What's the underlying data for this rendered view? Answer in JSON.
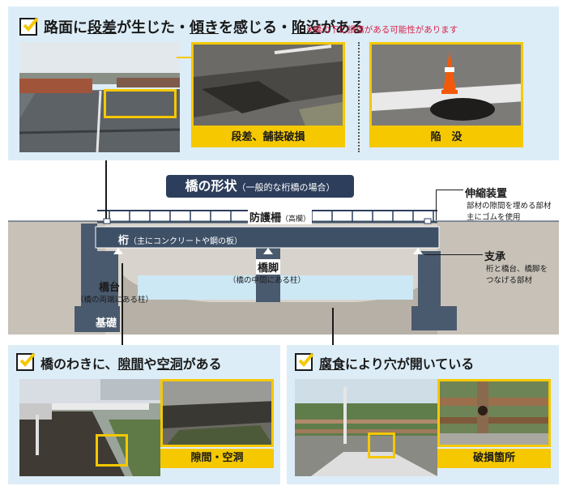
{
  "panel_top": {
    "title_parts": [
      "路面に",
      "段差",
      "が生じた・",
      "傾き",
      "を感じる・",
      "陥没",
      "がある"
    ],
    "note": "※橋の下に損傷がある可能性があります",
    "captions": [
      "段差、舗装破損",
      "陥　没"
    ]
  },
  "diagram": {
    "title": "橋の形状",
    "title_sub": "（一般的な桁橋の場合）",
    "labels": {
      "guardrail": "防護柵",
      "guardrail_sub": "（高欄）",
      "girder": "桁",
      "girder_sub": "（主にコンクリートや鋼の板）",
      "pier": "橋脚",
      "pier_sub": "（橋の中間にある柱）",
      "abutment": "橋台",
      "abutment_sub": "（橋の両端にある柱）",
      "foundation": "基礎",
      "expansion": "伸縮装置",
      "expansion_desc1": "部材の隙間を埋める部材",
      "expansion_desc2": "主にゴムを使用",
      "bearing": "支承",
      "bearing_desc1": "桁と橋台、橋脚を",
      "bearing_desc2": "つなげる部材"
    }
  },
  "panel_left": {
    "title_parts": [
      "橋のわきに、",
      "隙間",
      "や",
      "空洞",
      "がある"
    ],
    "caption": "隙間・空洞"
  },
  "panel_right": {
    "title_parts": [
      "腐食",
      "により穴が開いている"
    ],
    "caption": "破損箇所"
  },
  "colors": {
    "panel": "#dcedf7",
    "accent": "#f5c800",
    "navy": "#2d3e5c",
    "alert": "#d9234a"
  }
}
